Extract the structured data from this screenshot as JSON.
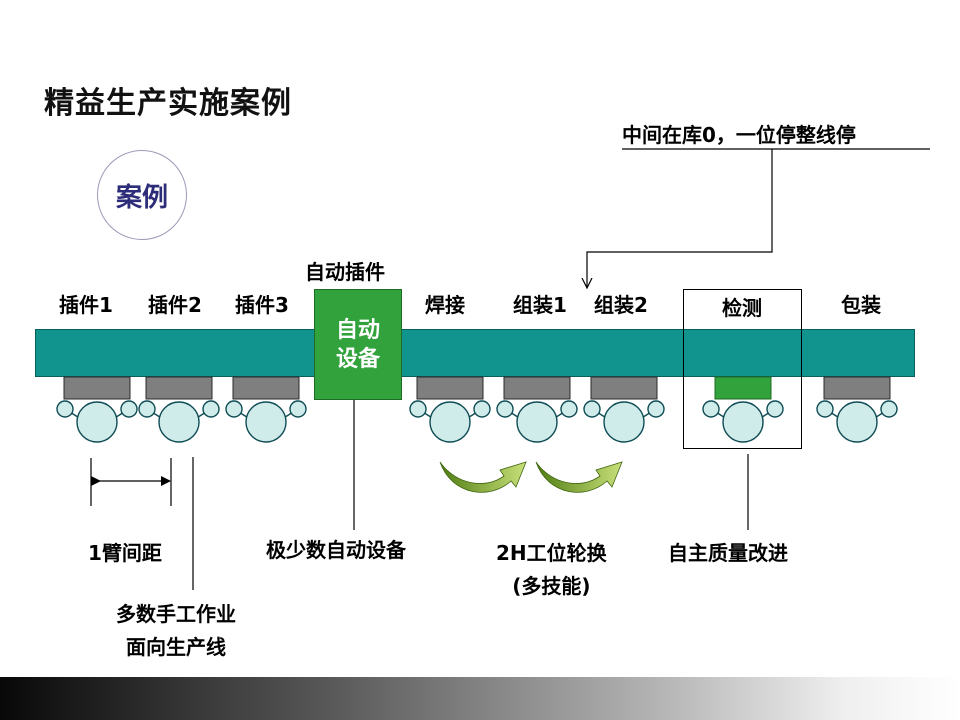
{
  "title": "精益生产实施案例",
  "case_badge": "案例",
  "top_note": "中间在库0，一位停整线停",
  "auto_insert_label": "自动插件",
  "stations": [
    {
      "label": "插件1",
      "tool_color": "#7f7f7f"
    },
    {
      "label": "插件2",
      "tool_color": "#7f7f7f"
    },
    {
      "label": "插件3",
      "tool_color": "#7f7f7f"
    },
    {
      "label": "焊接",
      "tool_color": "#7f7f7f"
    },
    {
      "label": "组装1",
      "tool_color": "#7f7f7f"
    },
    {
      "label": "组装2",
      "tool_color": "#7f7f7f"
    },
    {
      "label": "检测",
      "tool_color": "#32a23c"
    },
    {
      "label": "包装",
      "tool_color": "#7f7f7f"
    }
  ],
  "auto_device": {
    "line1": "自动",
    "line2": "设备"
  },
  "annotations": {
    "arm_distance": "1臂间距",
    "manual_line1": "多数手工作业",
    "manual_line2": "面向生产线",
    "auto_few": "极少数自动设备",
    "rotation_line1": "2H工位轮换",
    "rotation_line2": "(多技能)",
    "quality": "自主质量改进"
  },
  "colors": {
    "conveyor": "#11948e",
    "device_green": "#32a23c",
    "worker_fill": "#cfecea",
    "arrow_green": "#7aa619"
  }
}
